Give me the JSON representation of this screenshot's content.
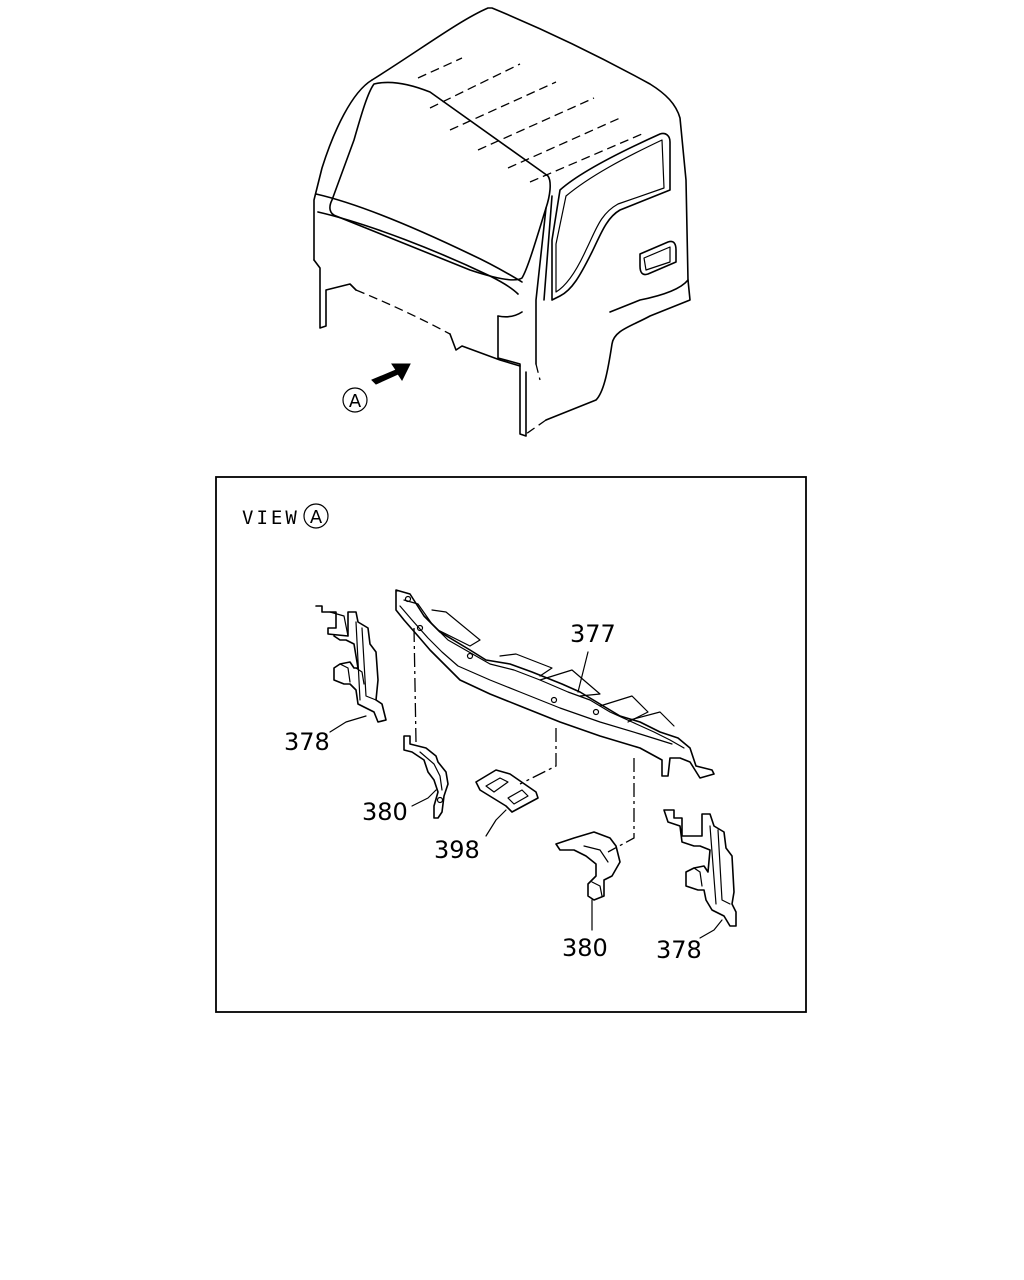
{
  "view_marker": {
    "letter": "A"
  },
  "view_label": {
    "text": "VIEW",
    "letter": "A"
  },
  "callouts": {
    "c377": "377",
    "c378_left": "378",
    "c380_left": "380",
    "c398": "398",
    "c380_right": "380",
    "c378_right": "378"
  },
  "colors": {
    "line": "#000000",
    "background": "#ffffff"
  }
}
